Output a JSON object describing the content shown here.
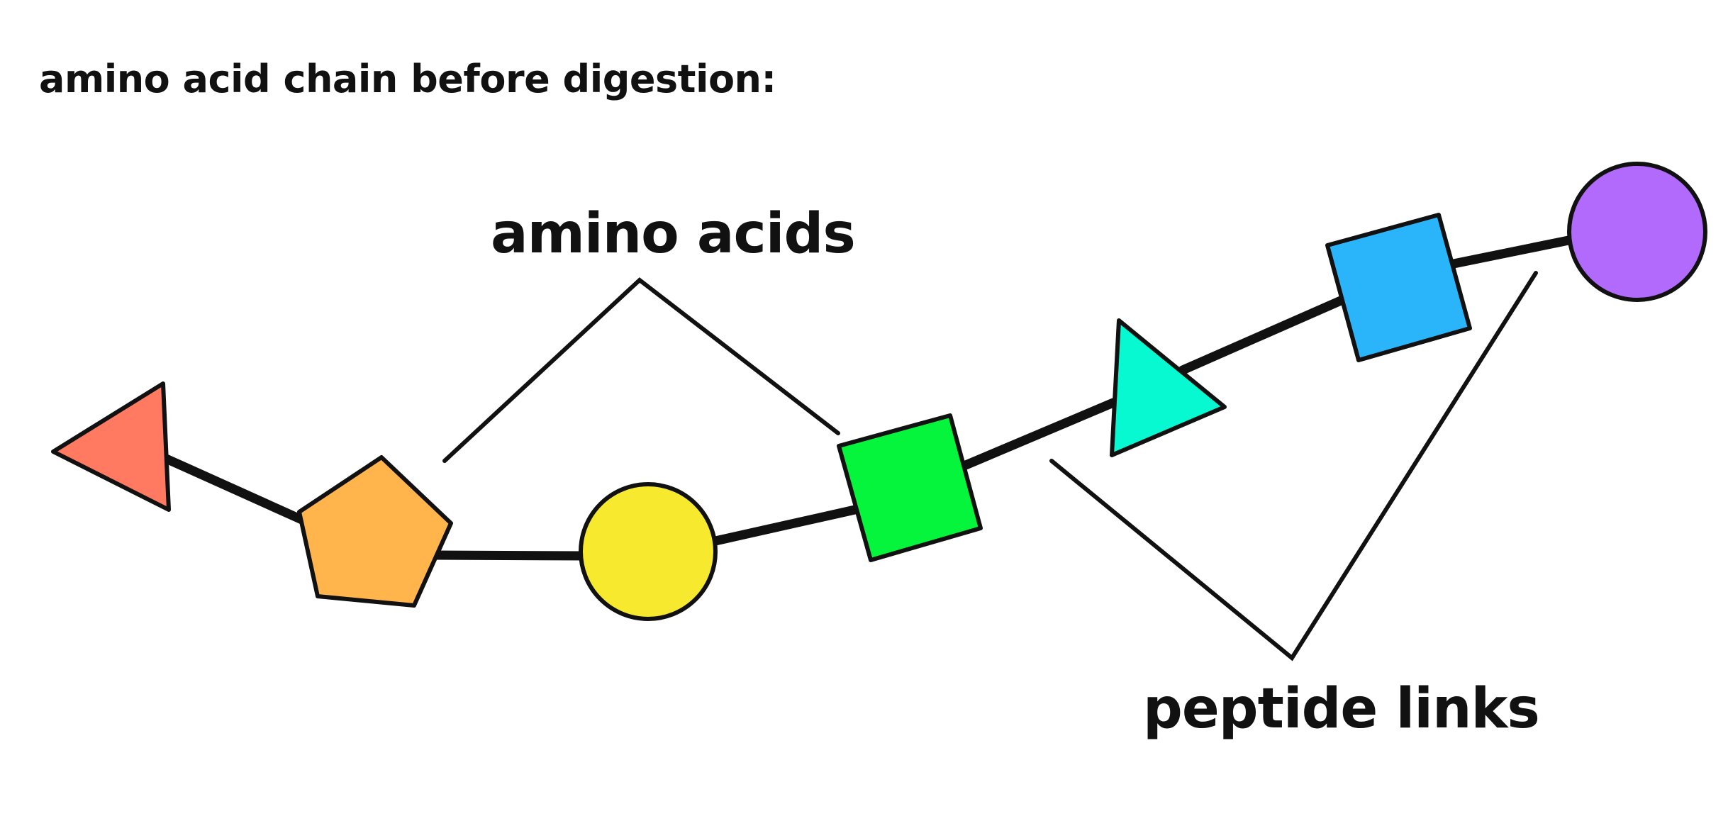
{
  "title": "amino acid chain before digestion:",
  "labels": {
    "amino_acids": "amino acids",
    "peptide_links": "peptide links"
  },
  "amino_acids": [
    {
      "shape": "triangle",
      "color": "#ff7a61"
    },
    {
      "shape": "pentagon",
      "color": "#ffb54c"
    },
    {
      "shape": "circle",
      "color": "#f7e92e"
    },
    {
      "shape": "square",
      "color": "#05f43c"
    },
    {
      "shape": "triangle",
      "color": "#06f9d0"
    },
    {
      "shape": "square",
      "color": "#2ab5fb"
    },
    {
      "shape": "circle",
      "color": "#b16afc"
    }
  ],
  "colors": {
    "outline": "#111111",
    "text": "#111111",
    "background": "#ffffff"
  }
}
